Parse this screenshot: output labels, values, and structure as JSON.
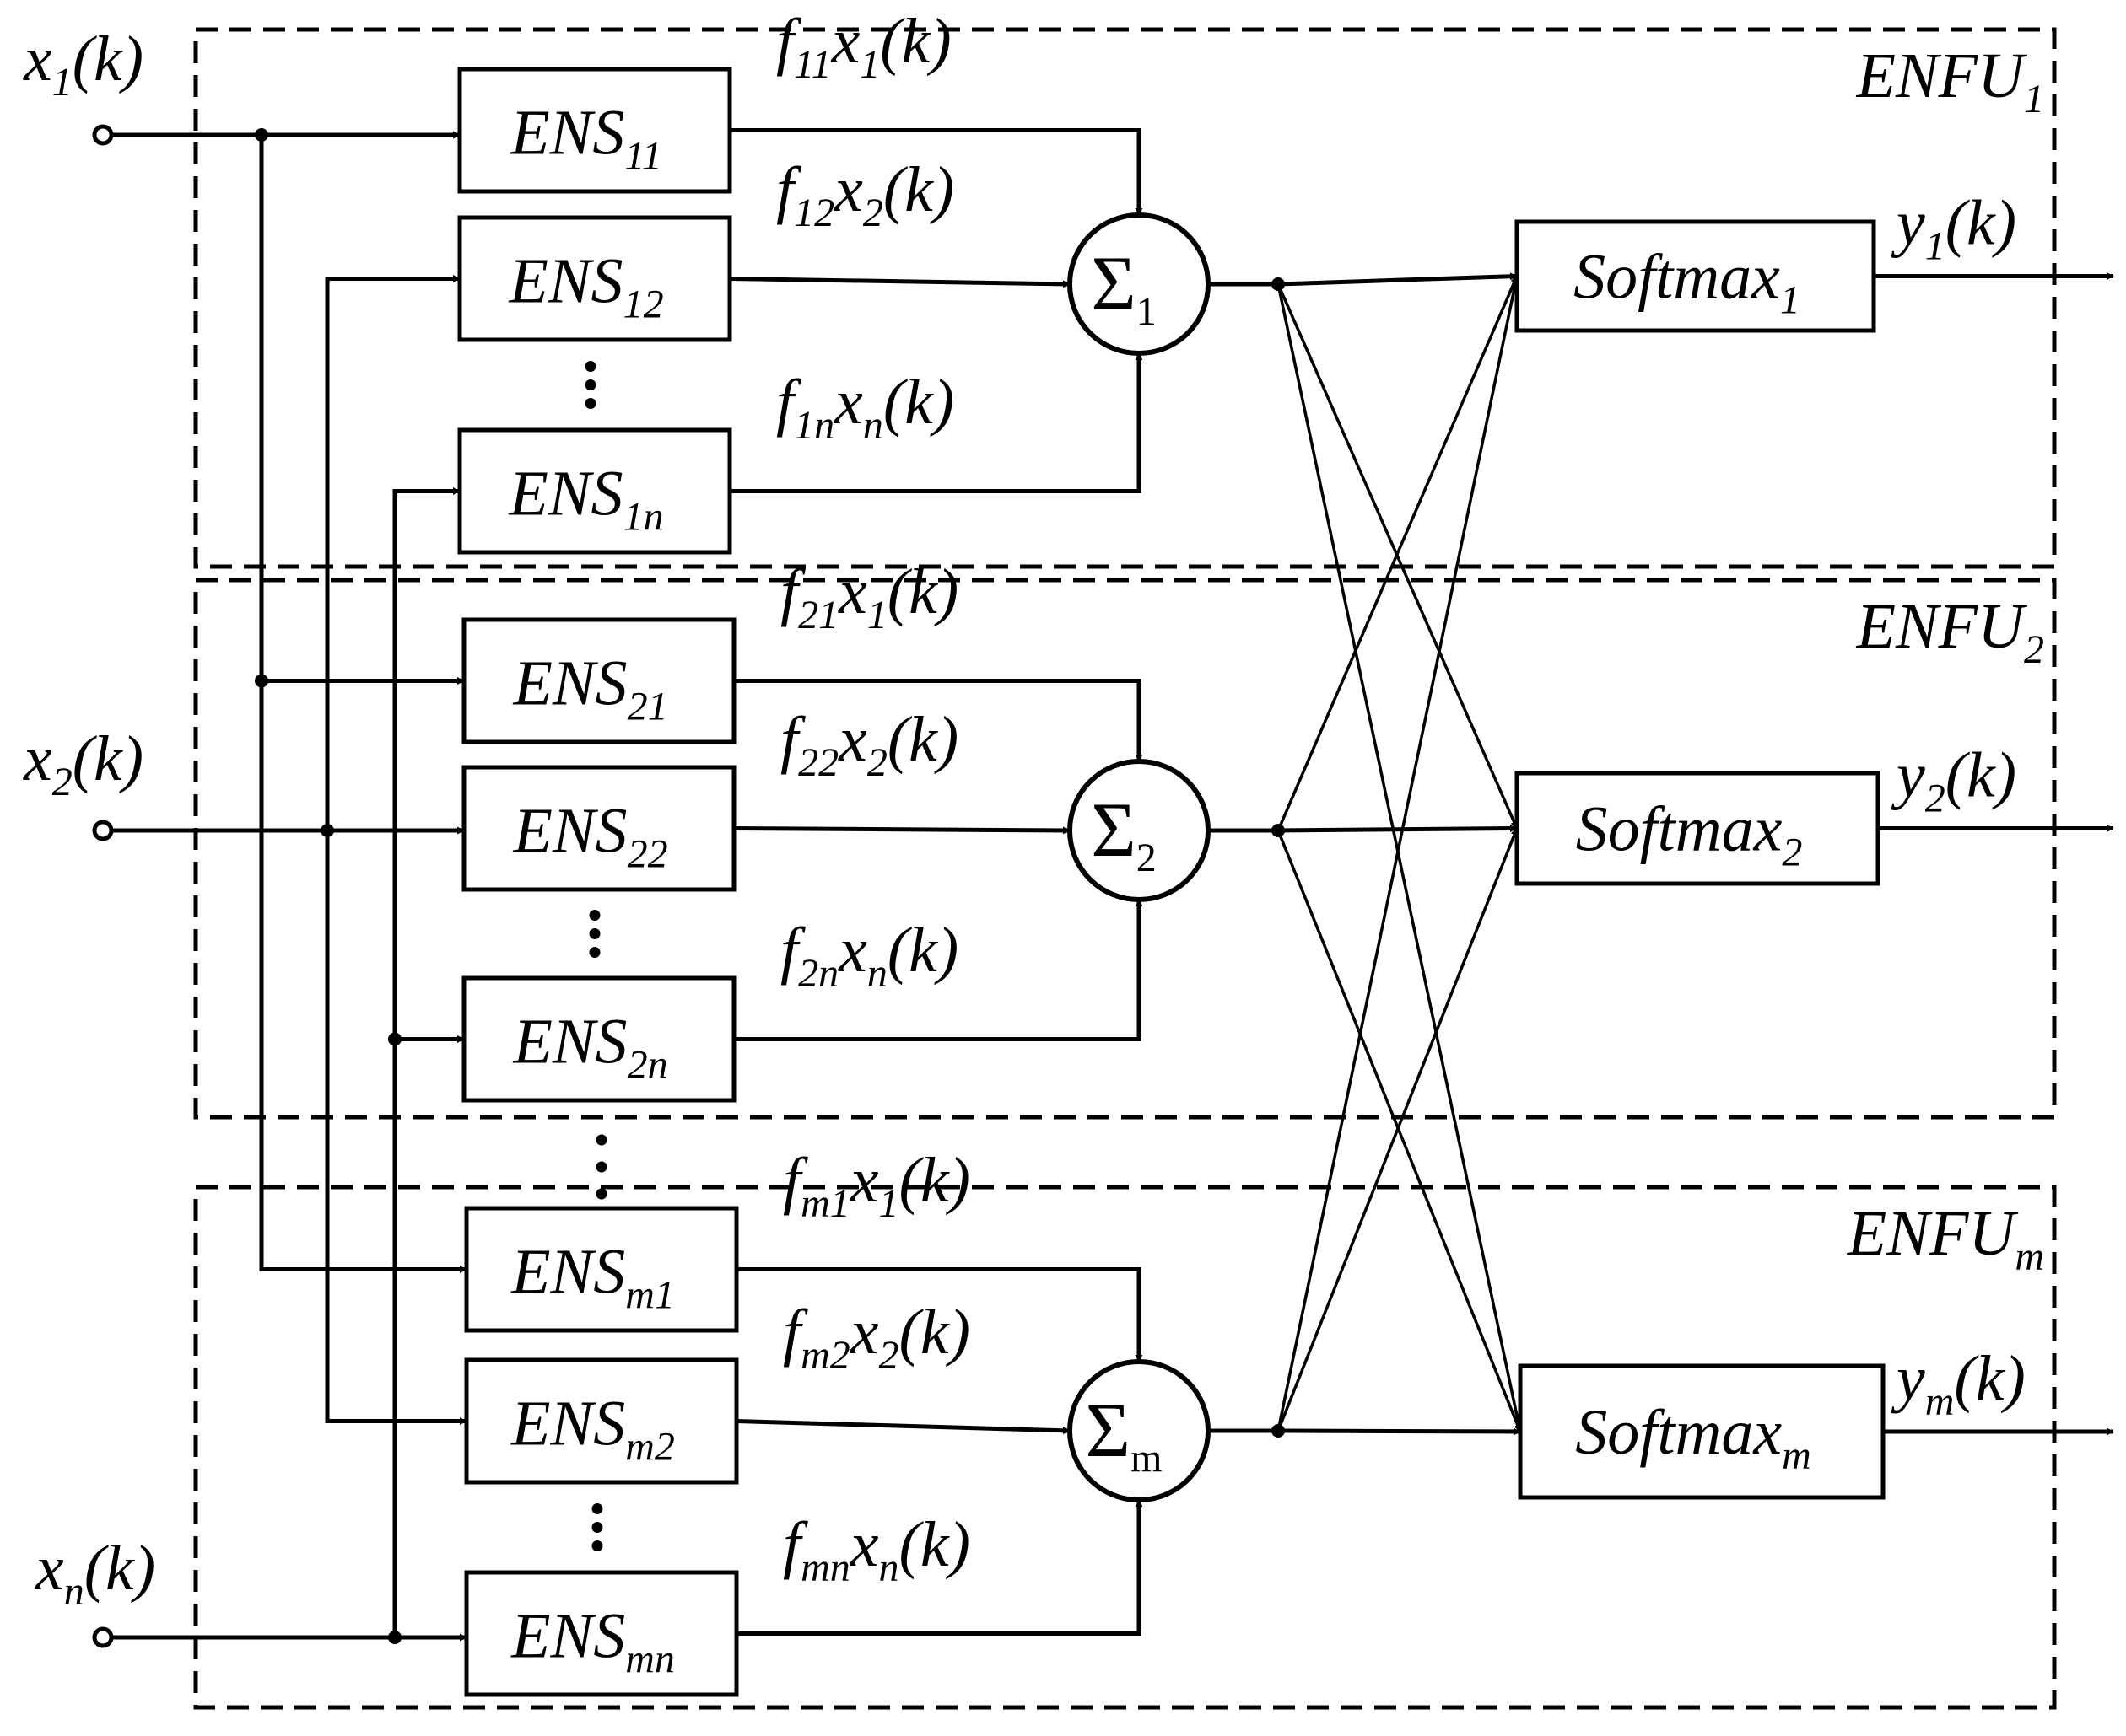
{
  "inputs": [
    {
      "base": "x",
      "sub": "1",
      "arg": "(k)"
    },
    {
      "base": "x",
      "sub": "2",
      "arg": "(k)"
    },
    {
      "base": "x",
      "sub": "n",
      "arg": "(k)"
    }
  ],
  "units": [
    {
      "name": "ENFU",
      "sub": "1",
      "ens": [
        {
          "base": "ENS",
          "sub": "11",
          "sig_sub": "11",
          "x_sub": "1"
        },
        {
          "base": "ENS",
          "sub": "12",
          "sig_sub": "12",
          "x_sub": "2"
        },
        {
          "base": "ENS",
          "sub": "1n",
          "sig_sub": "1n",
          "x_sub": "n"
        }
      ],
      "sum_symbol": "Σ",
      "sum_sub": "1",
      "softmax": "Softmax",
      "softmax_sub": "1",
      "output": {
        "base": "y",
        "sub": "1",
        "arg": "(k)"
      }
    },
    {
      "name": "ENFU",
      "sub": "2",
      "ens": [
        {
          "base": "ENS",
          "sub": "21",
          "sig_sub": "21",
          "x_sub": "1"
        },
        {
          "base": "ENS",
          "sub": "22",
          "sig_sub": "22",
          "x_sub": "2"
        },
        {
          "base": "ENS",
          "sub": "2n",
          "sig_sub": "2n",
          "x_sub": "n"
        }
      ],
      "sum_symbol": "Σ",
      "sum_sub": "2",
      "softmax": "Softmax",
      "softmax_sub": "2",
      "output": {
        "base": "y",
        "sub": "2",
        "arg": "(k)"
      }
    },
    {
      "name": "ENFU",
      "sub": "m",
      "ens": [
        {
          "base": "ENS",
          "sub": "m1",
          "sig_sub": "m1",
          "x_sub": "1"
        },
        {
          "base": "ENS",
          "sub": "m2",
          "sig_sub": "m2",
          "x_sub": "2"
        },
        {
          "base": "ENS",
          "sub": "mn",
          "sig_sub": "mn",
          "x_sub": "n"
        }
      ],
      "sum_symbol": "Σ",
      "sum_sub": "m",
      "softmax": "Softmax",
      "softmax_sub": "m",
      "output": {
        "base": "y",
        "sub": "m",
        "arg": "(k)"
      }
    }
  ],
  "signal": {
    "f": "f",
    "x": "x",
    "arg": "(k)"
  }
}
